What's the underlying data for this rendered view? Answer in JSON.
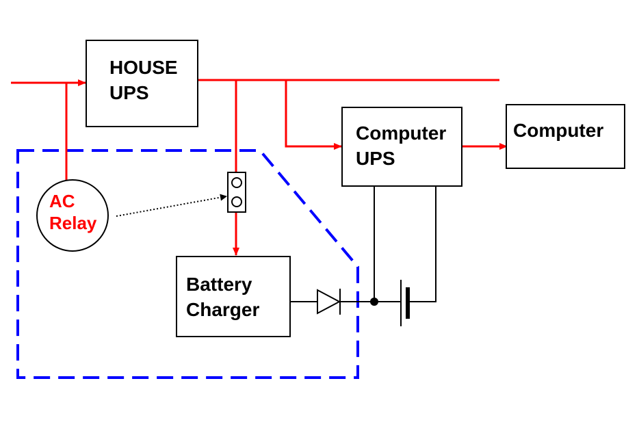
{
  "colors": {
    "power_line": "#ff0000",
    "dc_line": "#000000",
    "dashed_boundary": "#0000ff",
    "relay_label": "#ff0000",
    "background": "#ffffff"
  },
  "blocks": {
    "house_ups": {
      "line1": "HOUSE",
      "line2": "UPS"
    },
    "computer_ups": {
      "line1": "Computer",
      "line2": "UPS"
    },
    "computer": {
      "label": "Computer"
    },
    "battery_charger": {
      "line1": "Battery",
      "line2": "Charger"
    }
  },
  "relay": {
    "line1": "AC",
    "line2": "Relay"
  },
  "symbols": [
    "relay-contacts",
    "diode",
    "battery",
    "junction-dot"
  ]
}
